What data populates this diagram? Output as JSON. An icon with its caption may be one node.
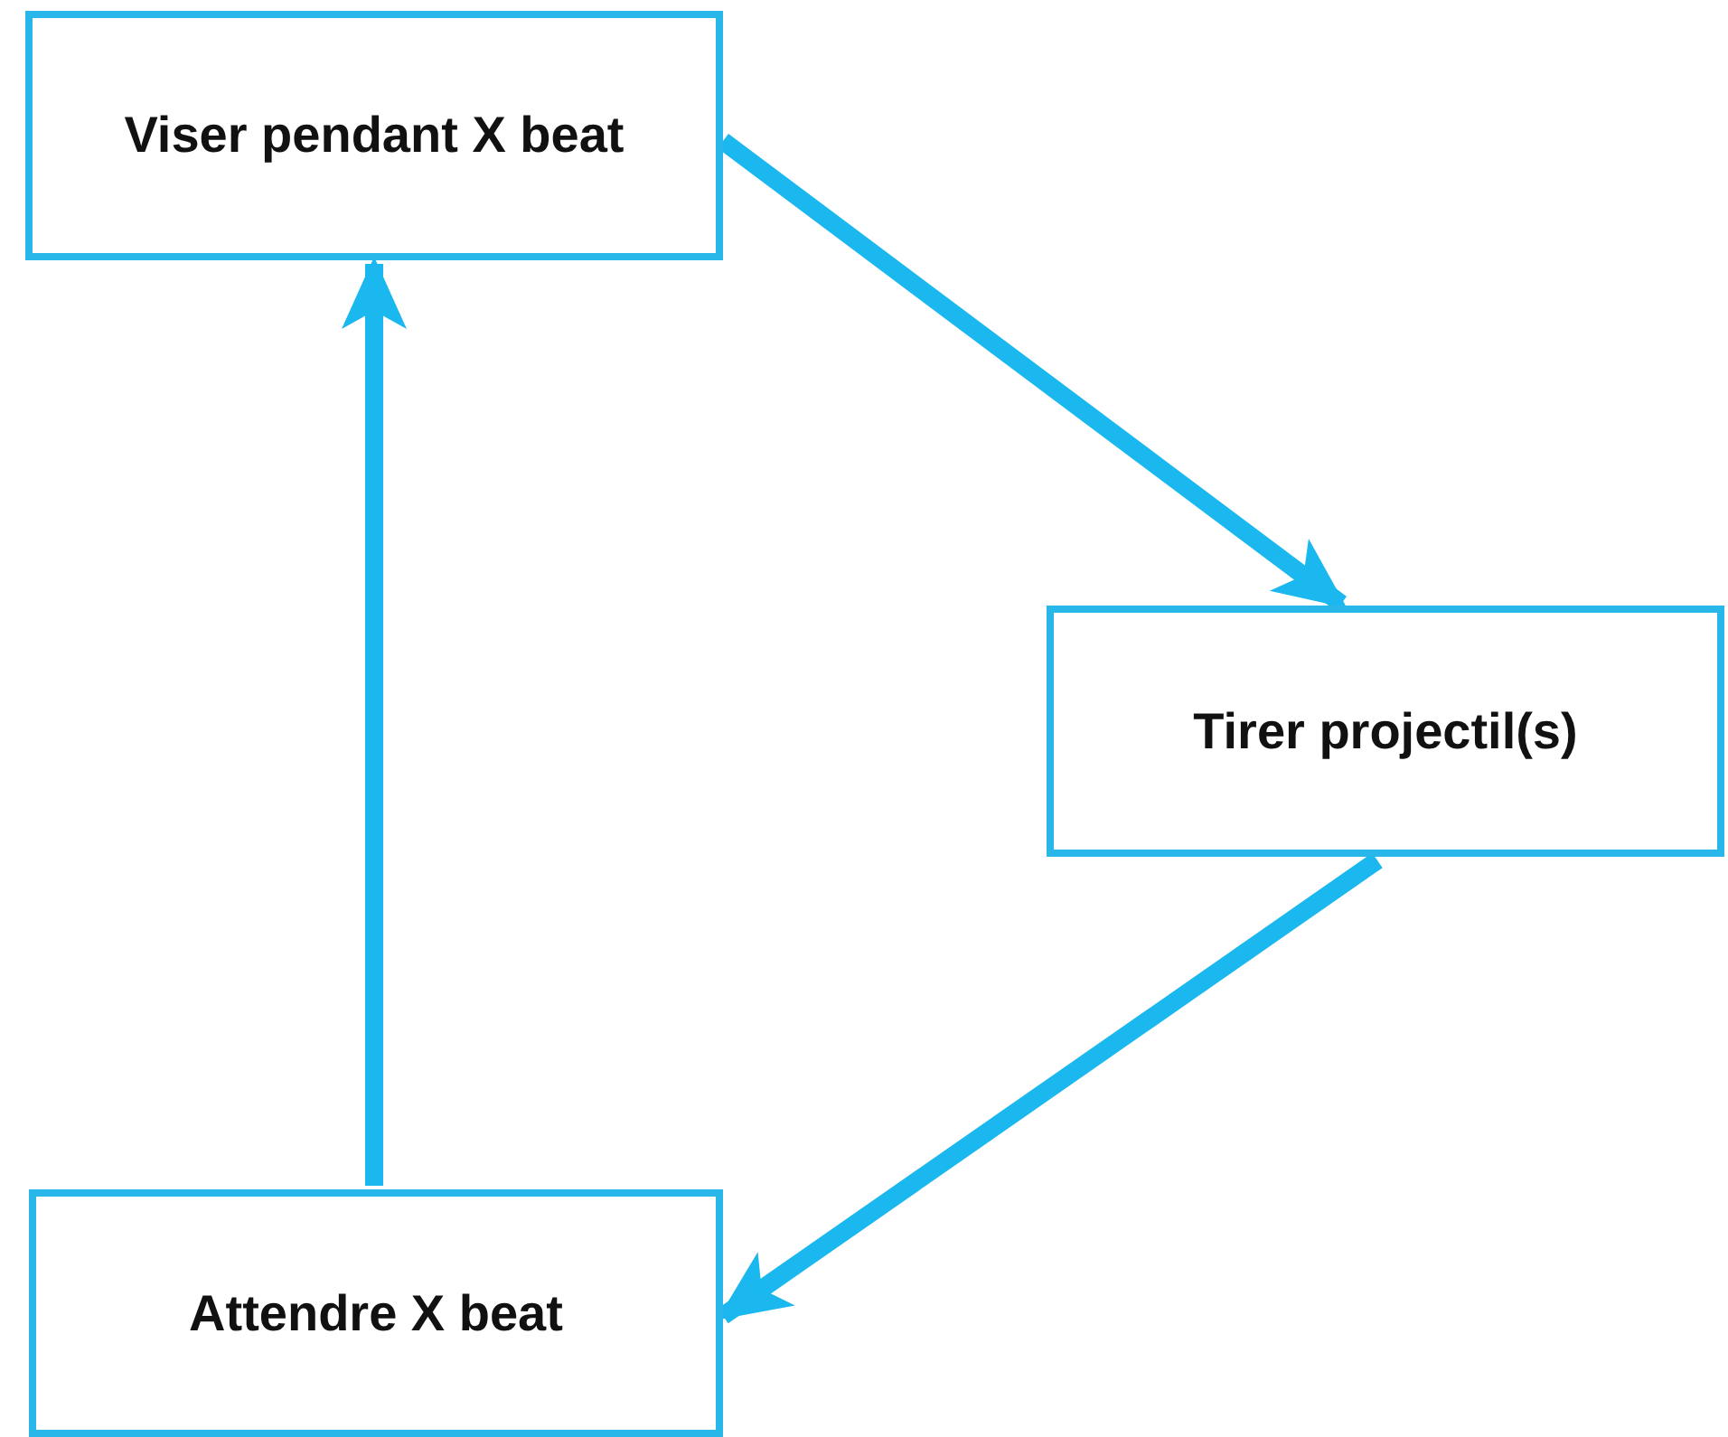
{
  "diagram": {
    "nodes": [
      {
        "text": [
          "Viser pendant X beat"
        ]
      },
      {
        "text": [
          "Tirer projectil(s)"
        ]
      },
      {
        "text": [
          "Attendre X beat"
        ]
      }
    ],
    "edges": [
      {
        "from": 0,
        "to": 1,
        "arrow": "to"
      },
      {
        "from": 1,
        "to": 2,
        "arrow": "to"
      },
      {
        "from": 2,
        "to": 0,
        "arrow": "to"
      }
    ]
  }
}
